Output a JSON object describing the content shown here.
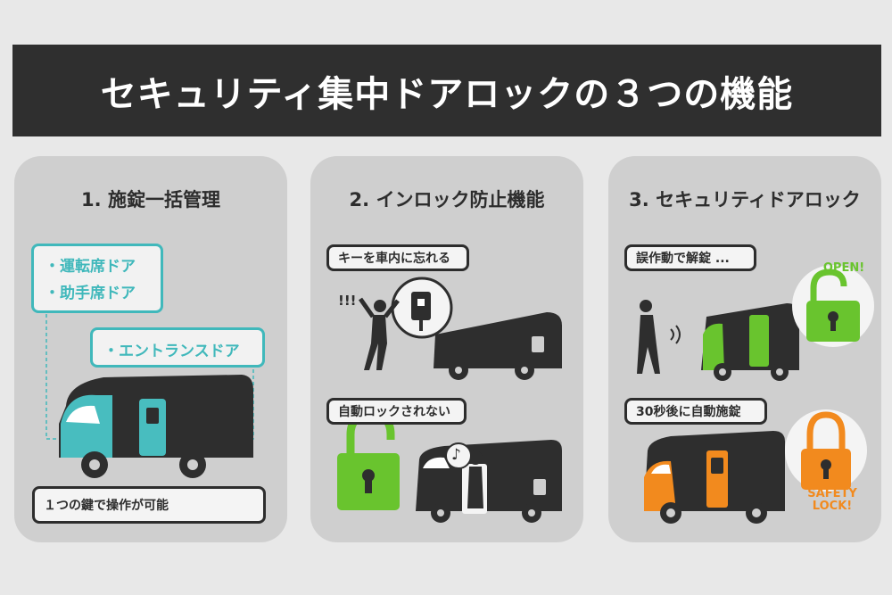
{
  "title": "セキュリティ集中ドアロックの３つの機能",
  "panels": [
    {
      "heading": "1. 施錠一括管理",
      "doors_top": [
        "・運転席ドア",
        "・助手席ドア"
      ],
      "door_entrance": "・エントランスドア",
      "caption": "１つの鍵で操作が可能"
    },
    {
      "heading": "2. インロック防止機能",
      "callout_1": "キーを車内に忘れる",
      "exclaim": "!!!",
      "callout_2": "自動ロックされない",
      "note_icon": "♪"
    },
    {
      "heading": "3. セキュリティドアロック",
      "callout_1": "誤作動で解錠 ...",
      "badge_open": "OPEN!",
      "callout_2": "30秒後に自動施錠",
      "badge_lock_1": "SAFETY",
      "badge_lock_2": "LOCK!"
    }
  ],
  "colors": {
    "teal": "#40b8bb",
    "green": "#69c42e",
    "orange": "#f28a1e",
    "dark": "#2d2d2d",
    "banner": "#2f2f2f"
  }
}
